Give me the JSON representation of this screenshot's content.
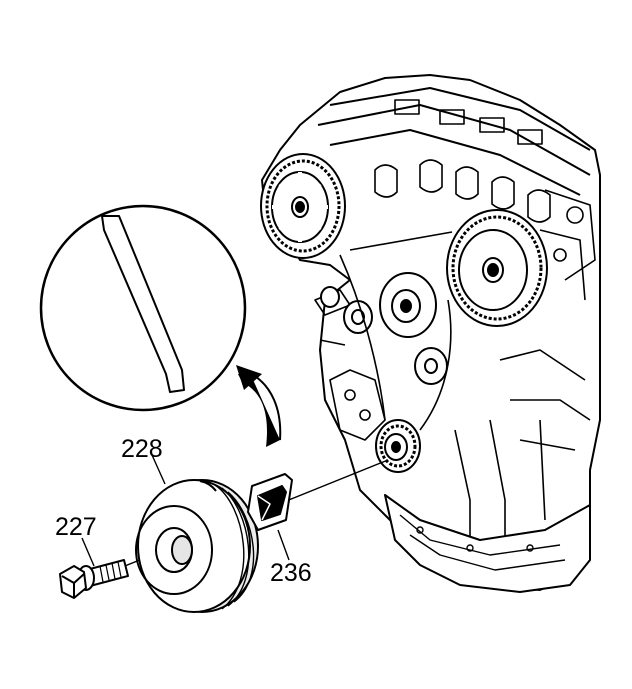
{
  "callouts": {
    "damper_pulley": "228",
    "bolt": "227",
    "key_washer": "236"
  },
  "colors": {
    "line": "#000000",
    "background": "#ffffff",
    "shadow": "#d0d0d0"
  }
}
